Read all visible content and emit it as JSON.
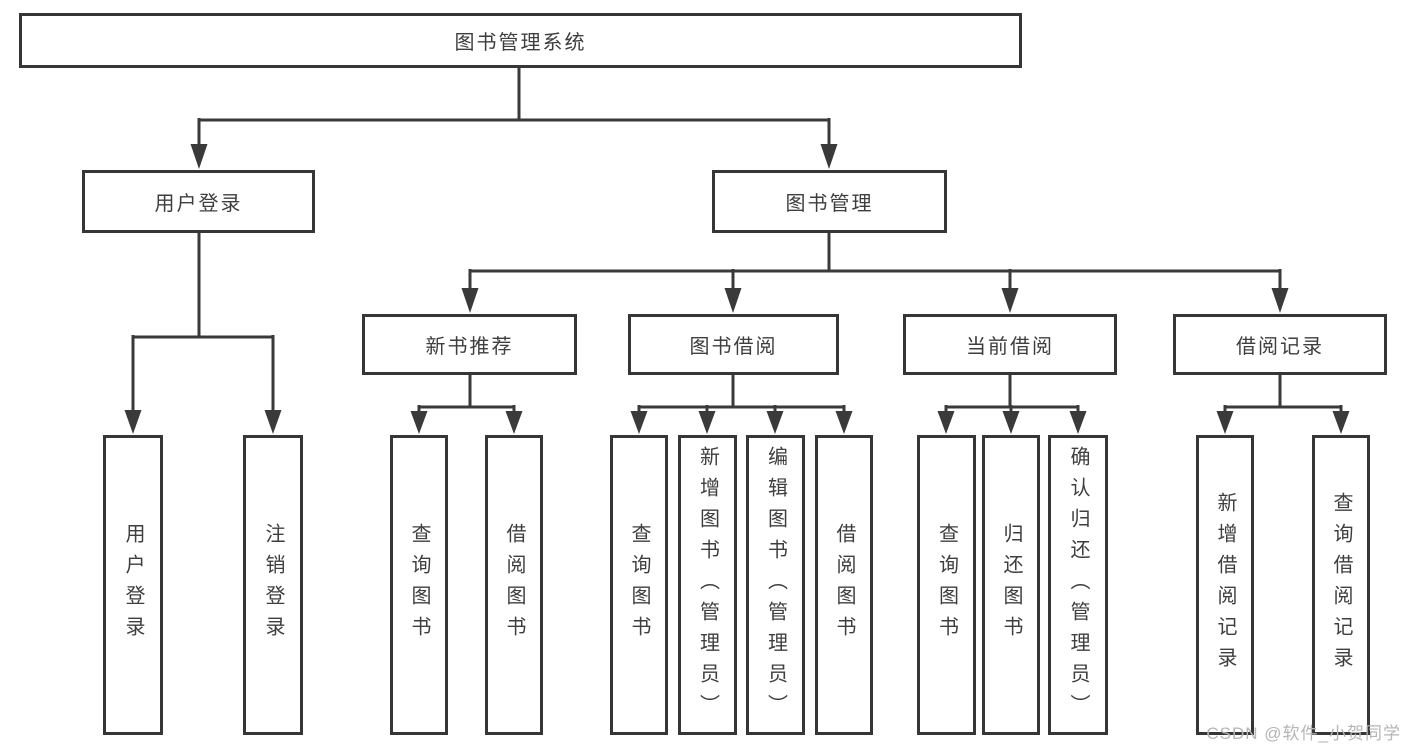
{
  "diagram": {
    "type": "tree",
    "root": {
      "label": "图书管理系统",
      "children": [
        {
          "label": "用户登录",
          "children": [
            {
              "label": "用户登录"
            },
            {
              "label": "注销登录"
            }
          ]
        },
        {
          "label": "图书管理",
          "children": [
            {
              "label": "新书推荐",
              "children": [
                {
                  "label": "查询图书"
                },
                {
                  "label": "借阅图书"
                }
              ]
            },
            {
              "label": "图书借阅",
              "children": [
                {
                  "label": "查询图书"
                },
                {
                  "label": "新增图书（管理员）"
                },
                {
                  "label": "编辑图书（管理员）"
                },
                {
                  "label": "借阅图书"
                }
              ]
            },
            {
              "label": "当前借阅",
              "children": [
                {
                  "label": "查询图书"
                },
                {
                  "label": "归还图书"
                },
                {
                  "label": "确认归还（管理员）"
                }
              ]
            },
            {
              "label": "借阅记录",
              "children": [
                {
                  "label": "新增借阅记录"
                },
                {
                  "label": "查询借阅记录"
                }
              ]
            }
          ]
        }
      ]
    },
    "watermark": {
      "text": "CSDN @软件_小贺同学",
      "color": "#b5b5b5"
    },
    "colors": {
      "line": "#3a3a3a",
      "border": "#363636",
      "text": "#3e3e3e",
      "background": "#ffffff"
    }
  }
}
